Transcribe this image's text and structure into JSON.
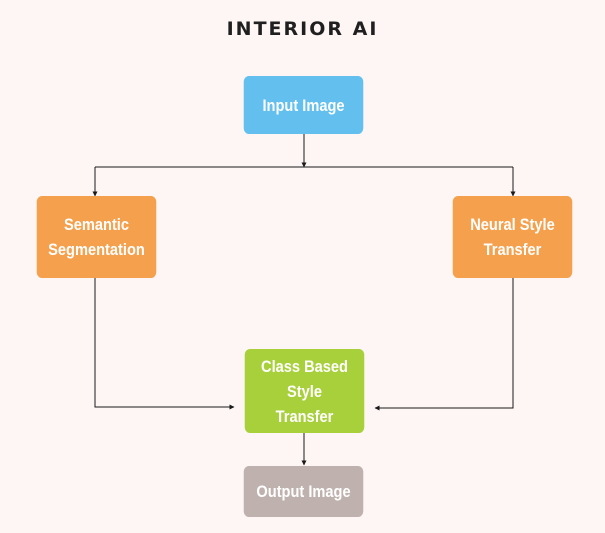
{
  "diagram": {
    "title": "INTERIOR AI",
    "colors": {
      "input": "#62bfee",
      "segmentation": "#f5a04c",
      "style_transfer": "#f5a04c",
      "class_based": "#a8d03a",
      "output": "#bfb2ae",
      "connector": "#1a1a1a",
      "background": "#fdf6f4"
    },
    "nodes": {
      "input": {
        "label": "Input Image"
      },
      "segmentation": {
        "line1": "Semantic",
        "line2": "Segmentation"
      },
      "style_transfer": {
        "line1": "Neural Style",
        "line2": "Transfer"
      },
      "class_based": {
        "line1": "Class Based Style",
        "line2": "Transfer"
      },
      "output": {
        "label": "Output Image"
      }
    }
  }
}
